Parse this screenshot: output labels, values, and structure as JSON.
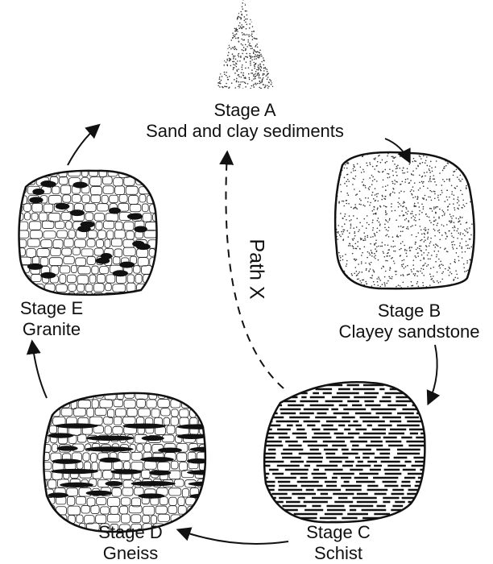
{
  "stages": [
    {
      "key": "a",
      "title": "Stage A",
      "name": "Sand and clay sediments"
    },
    {
      "key": "b",
      "title": "Stage B",
      "name": "Clayey sandstone"
    },
    {
      "key": "c",
      "title": "Stage C",
      "name": "Schist"
    },
    {
      "key": "d",
      "title": "Stage D",
      "name": "Gneiss"
    },
    {
      "key": "e",
      "title": "Stage E",
      "name": "Granite"
    }
  ],
  "path_label": "Path X"
}
